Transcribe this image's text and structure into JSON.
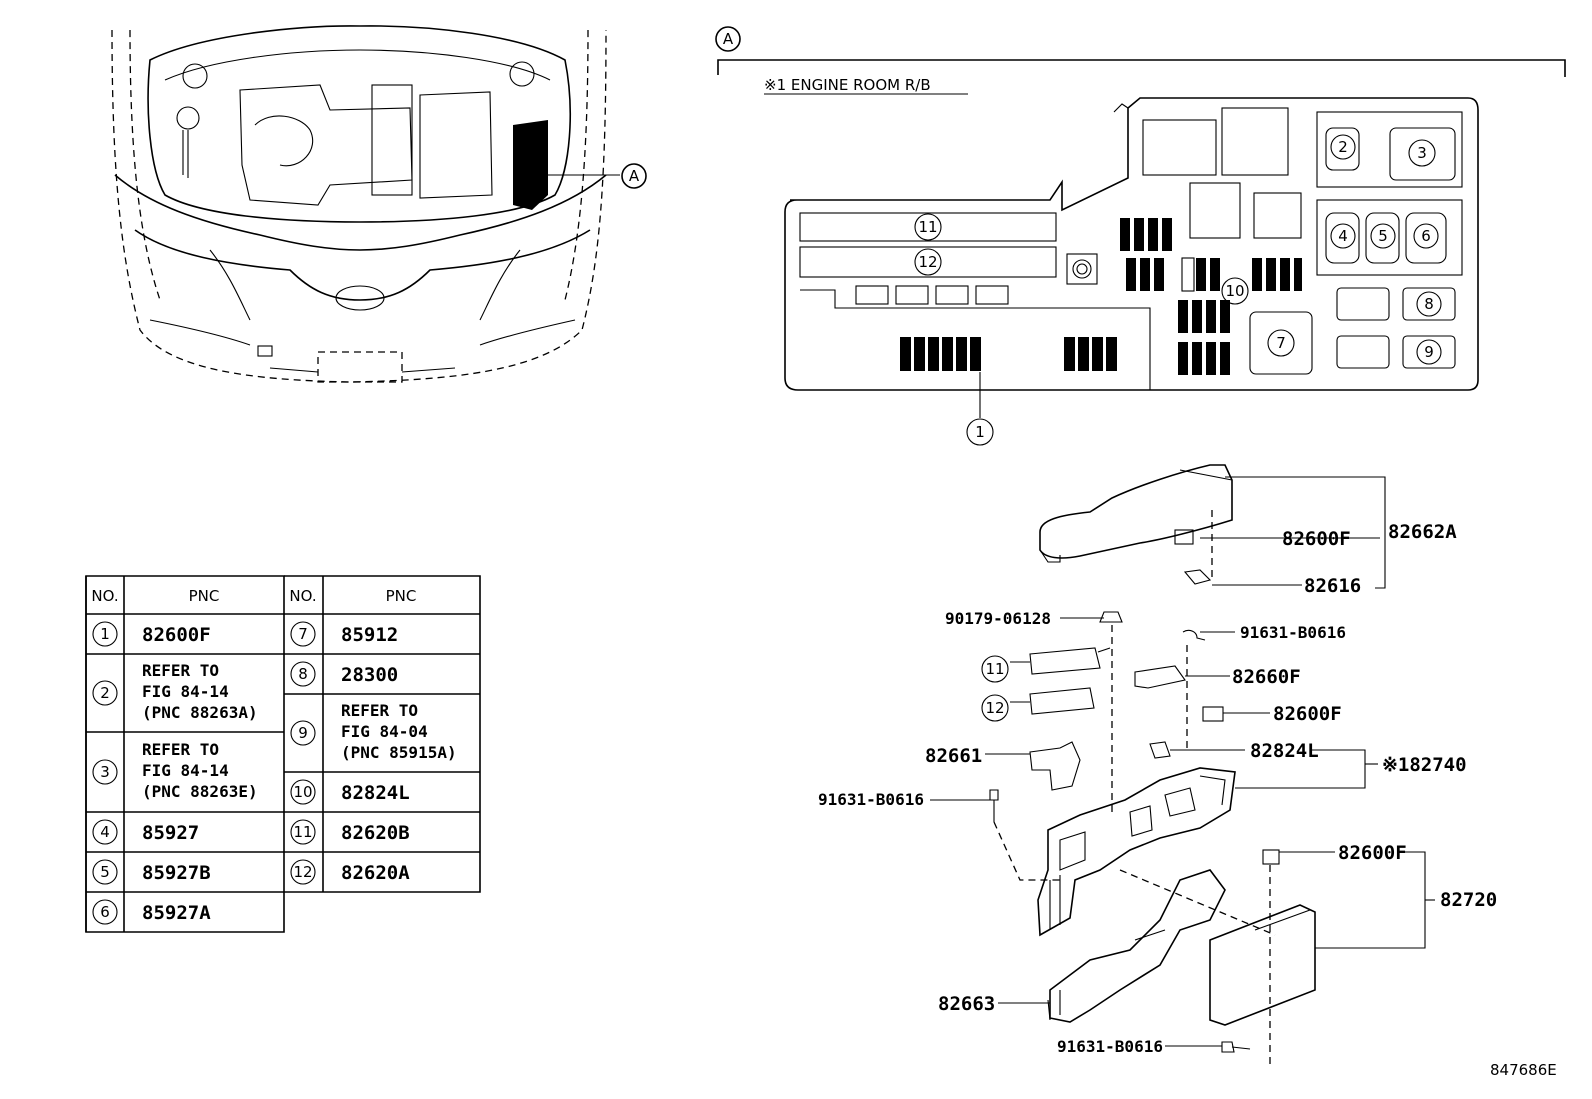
{
  "view_marker": "A",
  "section_title": "※1 ENGINE ROOM R/B",
  "figure_code": "847686E",
  "fuse_box_callouts": [
    "1",
    "2",
    "3",
    "4",
    "5",
    "6",
    "7",
    "8",
    "9",
    "10",
    "11",
    "12"
  ],
  "parts": {
    "p82662A": "82662A",
    "p82600F_top": "82600F",
    "p82616": "82616",
    "p90179": "90179-06128",
    "p91631_a": "91631-B0616",
    "p82660F": "82660F",
    "p82600F_mid": "82600F",
    "p82661": "82661",
    "p82824L": "82824L",
    "p82740": "※182740",
    "p91631_b": "91631-B0616",
    "p82600F_low": "82600F",
    "p82720": "82720",
    "p82663": "82663",
    "p91631_c": "91631-B0616",
    "c11": "11",
    "c12": "12"
  },
  "table": {
    "header_no": "NO.",
    "header_pnc": "PNC",
    "rows_left": [
      {
        "no": "1",
        "pnc": [
          "82600F"
        ]
      },
      {
        "no": "2",
        "pnc": [
          "REFER TO",
          "FIG 84-14",
          "(PNC 88263A)"
        ]
      },
      {
        "no": "3",
        "pnc": [
          "REFER TO",
          "FIG 84-14",
          "(PNC 88263E)"
        ]
      },
      {
        "no": "4",
        "pnc": [
          "85927"
        ]
      },
      {
        "no": "5",
        "pnc": [
          "85927B"
        ]
      },
      {
        "no": "6",
        "pnc": [
          "85927A"
        ]
      }
    ],
    "rows_right": [
      {
        "no": "7",
        "pnc": [
          "85912"
        ]
      },
      {
        "no": "8",
        "pnc": [
          "28300"
        ]
      },
      {
        "no": "9",
        "pnc": [
          "REFER TO",
          "FIG 84-04",
          "(PNC 85915A)"
        ]
      },
      {
        "no": "10",
        "pnc": [
          "82824L"
        ]
      },
      {
        "no": "11",
        "pnc": [
          "82620B"
        ]
      },
      {
        "no": "12",
        "pnc": [
          "82620A"
        ]
      }
    ]
  }
}
